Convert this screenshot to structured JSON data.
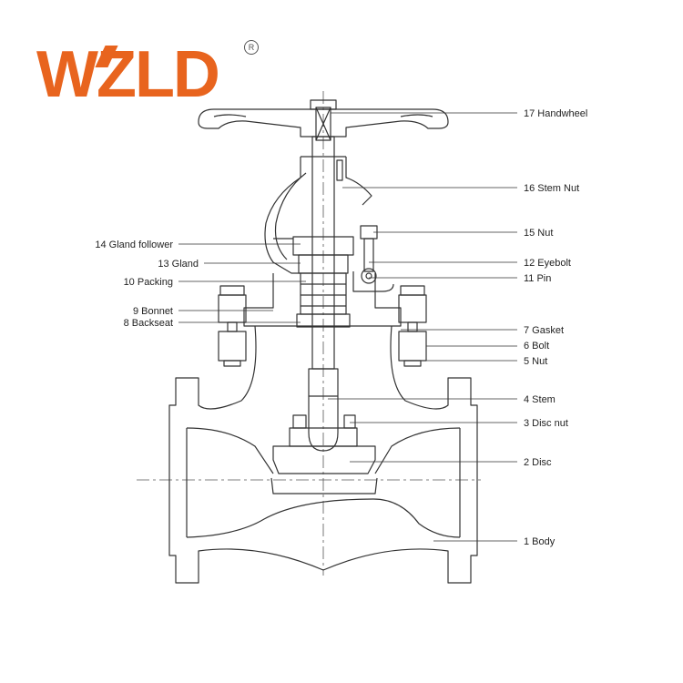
{
  "logo": {
    "text": "WZLD",
    "registered": "R",
    "color": "#e8641e"
  },
  "labels_right": [
    {
      "id": "17",
      "text": "17 Handwheel"
    },
    {
      "id": "16",
      "text": "16 Stem Nut"
    },
    {
      "id": "15",
      "text": "15 Nut"
    },
    {
      "id": "12",
      "text": "12 Eyebolt"
    },
    {
      "id": "11",
      "text": "11 Pin"
    },
    {
      "id": "7",
      "text": "7 Gasket"
    },
    {
      "id": "6",
      "text": "6 Bolt"
    },
    {
      "id": "5",
      "text": "5 Nut"
    },
    {
      "id": "4",
      "text": "4 Stem"
    },
    {
      "id": "3",
      "text": "3 Disc nut"
    },
    {
      "id": "2",
      "text": "2 Disc"
    },
    {
      "id": "1",
      "text": "1 Body"
    }
  ],
  "labels_left": [
    {
      "id": "14",
      "text": "14 Gland follower"
    },
    {
      "id": "13",
      "text": "13 Gland"
    },
    {
      "id": "10",
      "text": "10 Packing"
    },
    {
      "id": "9",
      "text": "9 Bonnet"
    },
    {
      "id": "8",
      "text": "8 Backseat"
    }
  ]
}
